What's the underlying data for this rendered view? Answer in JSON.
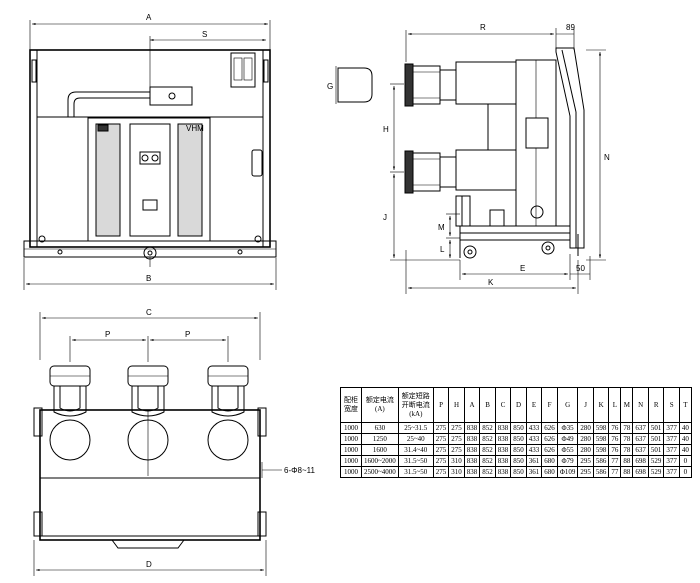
{
  "labels": {
    "front": {
      "A": "A",
      "S": "S",
      "B": "B"
    },
    "side": {
      "R": "R",
      "dim89": "89",
      "G": "G",
      "H": "H",
      "N": "N",
      "J": "J",
      "M": "M",
      "L": "L",
      "E": "E",
      "K": "K",
      "dim50": "50"
    },
    "top": {
      "C": "C",
      "P1": "P",
      "P2": "P",
      "D": "D",
      "hole_note": "6-Φ8~11"
    },
    "breaker_badge": "VHM"
  },
  "table": {
    "headers": [
      "配柜宽度",
      "额定电流(A)",
      "额定短路开断电流(kA)",
      "P",
      "H",
      "A",
      "B",
      "C",
      "D",
      "E",
      "F",
      "G",
      "J",
      "K",
      "L",
      "M",
      "N",
      "R",
      "S",
      "T"
    ],
    "rows": [
      [
        "1000",
        "630",
        "25~31.5",
        "275",
        "275",
        "838",
        "852",
        "838",
        "850",
        "433",
        "626",
        "Φ35",
        "280",
        "598",
        "76",
        "78",
        "637",
        "501",
        "377",
        "40"
      ],
      [
        "1000",
        "1250",
        "25~40",
        "275",
        "275",
        "838",
        "852",
        "838",
        "850",
        "433",
        "626",
        "Φ49",
        "280",
        "598",
        "76",
        "78",
        "637",
        "501",
        "377",
        "40"
      ],
      [
        "1000",
        "1600",
        "31.4~40",
        "275",
        "275",
        "838",
        "852",
        "838",
        "850",
        "433",
        "626",
        "Φ55",
        "280",
        "598",
        "76",
        "78",
        "637",
        "501",
        "377",
        "40"
      ],
      [
        "1000",
        "1600~2000",
        "31.5~50",
        "275",
        "310",
        "838",
        "852",
        "838",
        "850",
        "361",
        "680",
        "Φ79",
        "295",
        "586",
        "77",
        "88",
        "698",
        "529",
        "377",
        "0"
      ],
      [
        "1000",
        "2500~4000",
        "31.5~50",
        "275",
        "310",
        "838",
        "852",
        "838",
        "850",
        "361",
        "680",
        "Φ109",
        "295",
        "586",
        "77",
        "88",
        "698",
        "529",
        "377",
        "0"
      ]
    ]
  }
}
